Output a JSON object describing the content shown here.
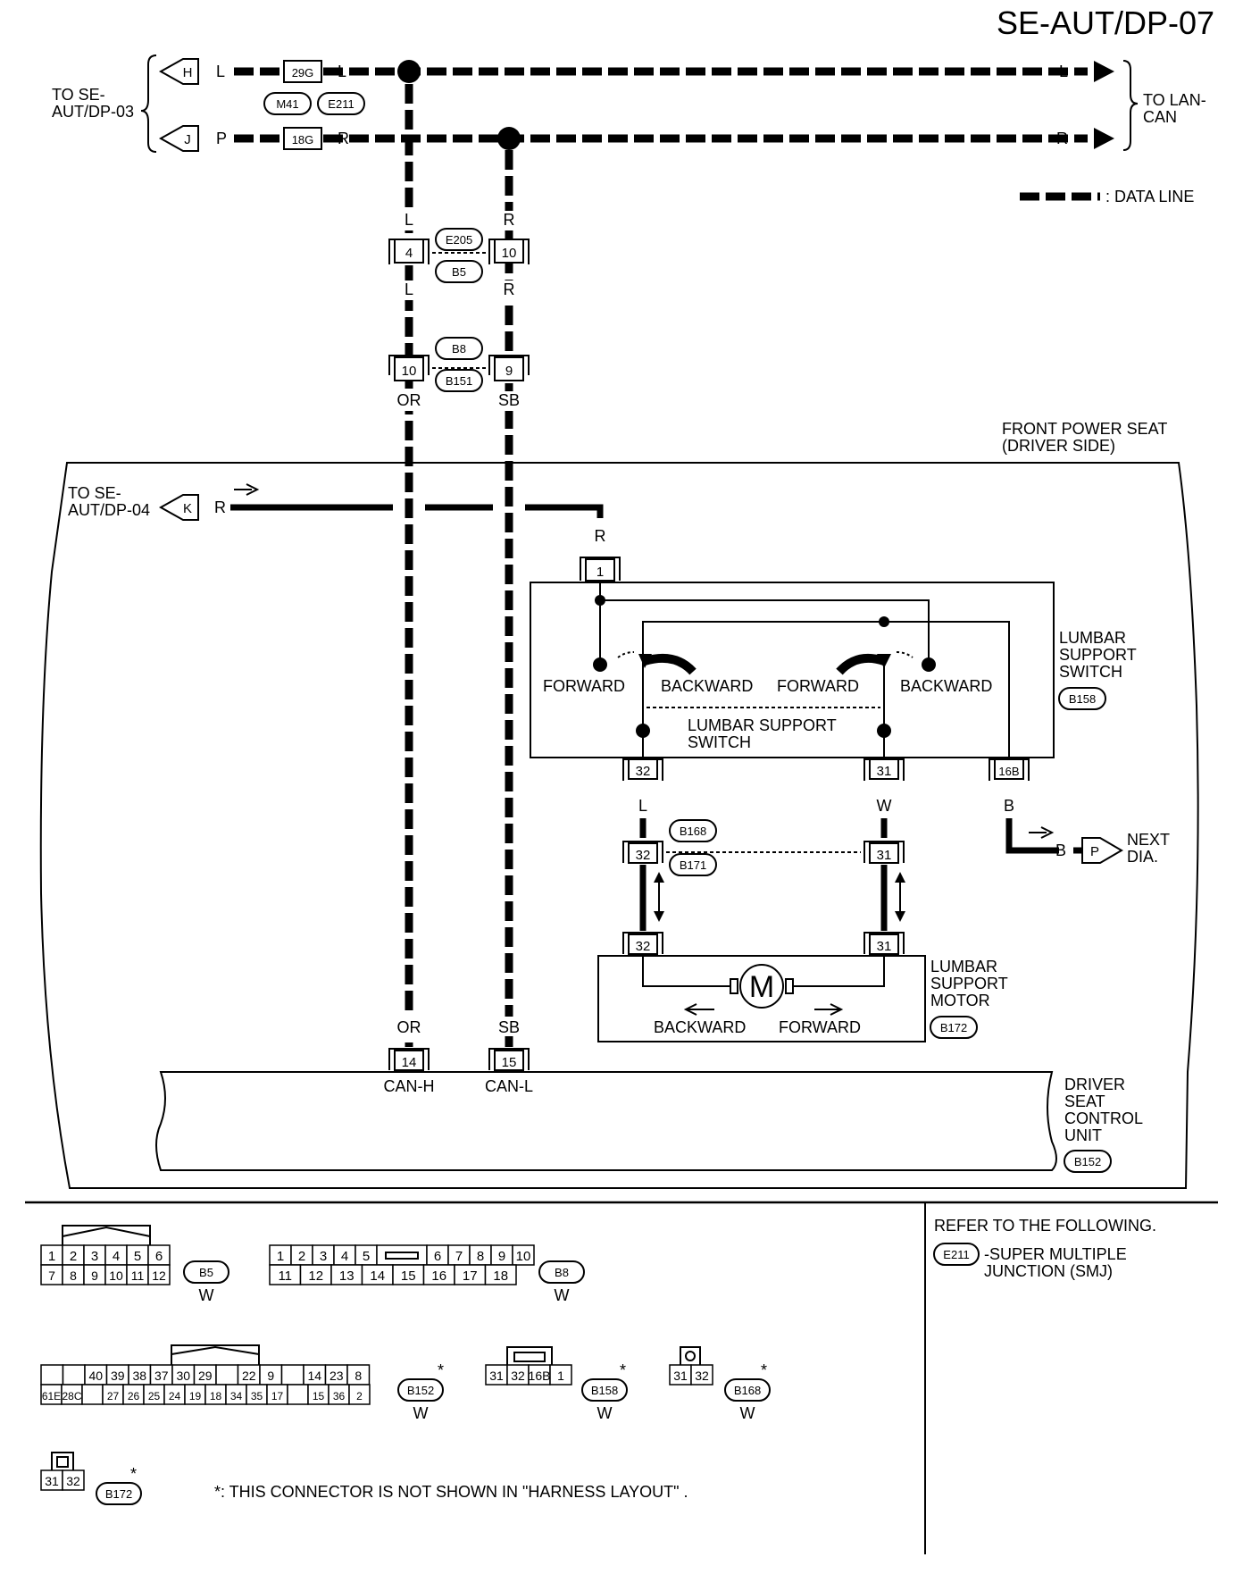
{
  "page_id": "SE-AUT/DP-07",
  "offpage": {
    "to_se_aut_dp03": "TO SE-\nAUT/DP-03",
    "to_lan_can": "TO LAN-\nCAN",
    "to_se_aut_dp04": "TO SE-\nAUT/DP-04",
    "next_dia": "NEXT\nDIA.",
    "marker_h": "H",
    "marker_j": "J",
    "marker_k": "K",
    "marker_p": "P"
  },
  "legend": {
    "data_line": ": DATA LINE"
  },
  "wires": {
    "L": "L",
    "P": "P",
    "R": "R",
    "OR": "OR",
    "SB": "SB",
    "W": "W",
    "B": "B"
  },
  "connectors": {
    "c29G": "29G",
    "c18G": "18G",
    "M41": "M41",
    "E211": "E211",
    "E205": "E205",
    "B5": "B5",
    "B8": "B8",
    "B151": "B151",
    "B158": "B158",
    "B168": "B168",
    "B171": "B171",
    "B172": "B172",
    "B152": "B152",
    "pin4": "4",
    "pin10a": "10",
    "pin10b": "10",
    "pin9": "9",
    "pin1": "1",
    "pin32": "32",
    "pin31": "31",
    "pin16B": "16B",
    "pin14": "14",
    "pin15": "15"
  },
  "components": {
    "front_power_seat": "FRONT POWER SEAT\n(DRIVER SIDE)",
    "lumbar_switch": "LUMBAR\nSUPPORT\nSWITCH",
    "lumbar_switch_inner": "LUMBAR SUPPORT\nSWITCH",
    "lumbar_motor": "LUMBAR\nSUPPORT\nMOTOR",
    "motor_symbol": "M",
    "dscu": "DRIVER\nSEAT\nCONTROL\nUNIT",
    "forward": "FORWARD",
    "backward": "BACKWARD",
    "can_h": "CAN-H",
    "can_l": "CAN-L"
  },
  "notes": {
    "refer": "REFER TO THE FOLLOWING.",
    "smj": "-SUPER MULTIPLE\nJUNCTION (SMJ)",
    "not_shown": "*: THIS CONNECTOR IS NOT SHOWN IN \"HARNESS LAYOUT\" .",
    "asterisk": "*",
    "color_w": "W"
  },
  "connector_faces": {
    "B5_top": [
      "1",
      "2",
      "3",
      "4",
      "5",
      "6"
    ],
    "B5_bottom": [
      "7",
      "8",
      "9",
      "10",
      "11",
      "12"
    ],
    "B8_top": [
      "1",
      "2",
      "3",
      "4",
      "5",
      "",
      "6",
      "7",
      "8",
      "9",
      "10"
    ],
    "B8_bottom": [
      "11",
      "12",
      "13",
      "14",
      "15",
      "16",
      "17",
      "18"
    ],
    "B152_top": [
      "",
      "",
      "40",
      "39",
      "38",
      "37",
      "30",
      "29",
      "",
      "22",
      "9",
      "",
      "14",
      "23",
      "8"
    ],
    "B152_bottom": [
      "61E",
      "28C",
      "",
      "27",
      "26",
      "25",
      "24",
      "19",
      "18",
      "34",
      "35",
      "17",
      "",
      "15",
      "36",
      "2"
    ],
    "B158": [
      "31",
      "32",
      "16B",
      "1"
    ],
    "B168": [
      "31",
      "32"
    ],
    "B172": [
      "31",
      "32"
    ]
  }
}
